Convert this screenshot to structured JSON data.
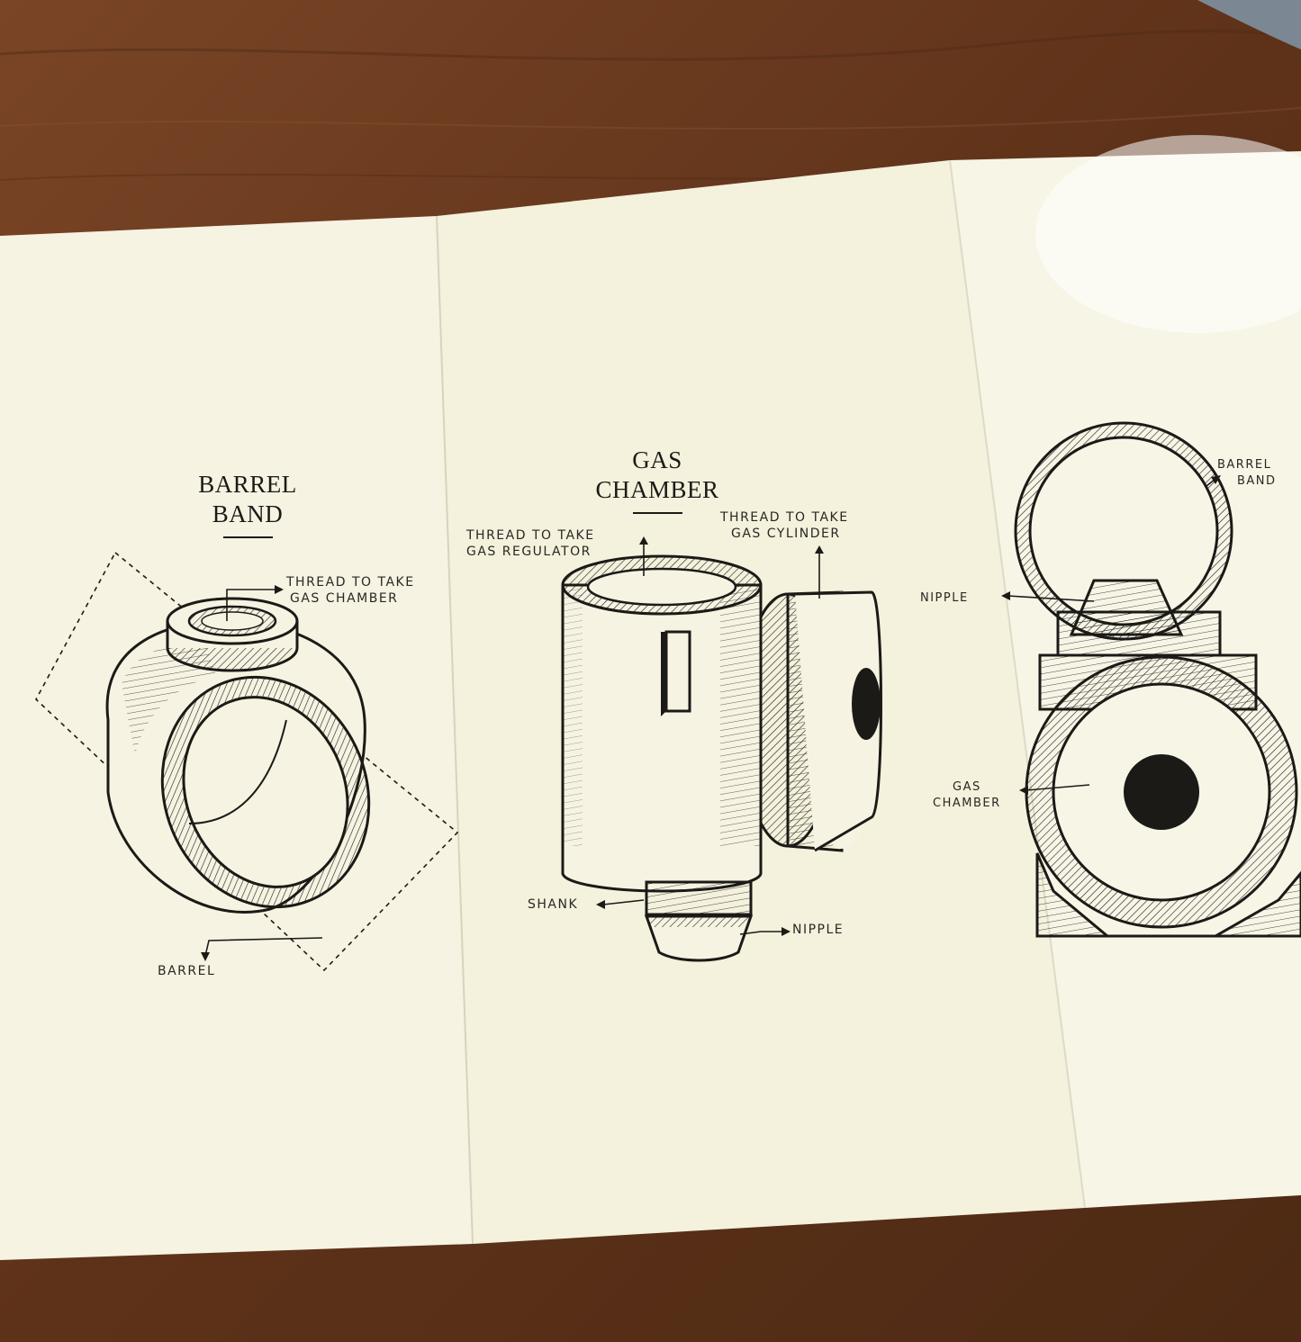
{
  "colors": {
    "table": "#6b3d22",
    "paper": "#f6f3e2",
    "ink": "#1c1a17"
  },
  "figures": {
    "barrel_band": {
      "title_line1": "BARREL",
      "title_line2": "BAND",
      "labels": {
        "thread_line1": "THREAD TO TAKE",
        "thread_line2": "GAS CHAMBER",
        "barrel": "BARREL"
      }
    },
    "gas_chamber": {
      "title_line1": "GAS",
      "title_line2": "CHAMBER",
      "labels": {
        "regulator_line1": "THREAD TO TAKE",
        "regulator_line2": "GAS REGULATOR",
        "cylinder_line1": "THREAD TO TAKE",
        "cylinder_line2": "GAS CYLINDER",
        "shank": "SHANK",
        "nipple": "NIPPLE"
      }
    },
    "assembly": {
      "labels": {
        "band_line1": "BARREL",
        "band_line2": "BAND",
        "nipple": "NIPPLE",
        "chamber_line1": "GAS",
        "chamber_line2": "CHAMBER"
      }
    }
  }
}
